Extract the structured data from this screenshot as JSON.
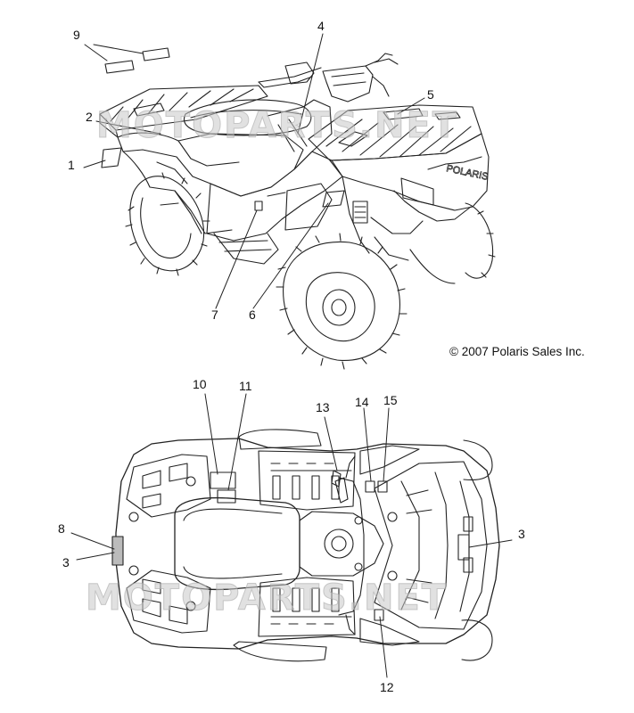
{
  "callouts": {
    "c1": "1",
    "c2": "2",
    "c3a": "3",
    "c3b": "3",
    "c4": "4",
    "c5": "5",
    "c6": "6",
    "c7": "7",
    "c8": "8",
    "c9": "9",
    "c10": "10",
    "c11": "11",
    "c12": "12",
    "c13": "13",
    "c14": "14",
    "c15": "15"
  },
  "copyright": "© 2007 Polaris Sales Inc.",
  "watermark": {
    "top": "MOTOPARTS.NET",
    "bottom": "MOTOPARTS.NET"
  },
  "fender_text": "POLARIS"
}
